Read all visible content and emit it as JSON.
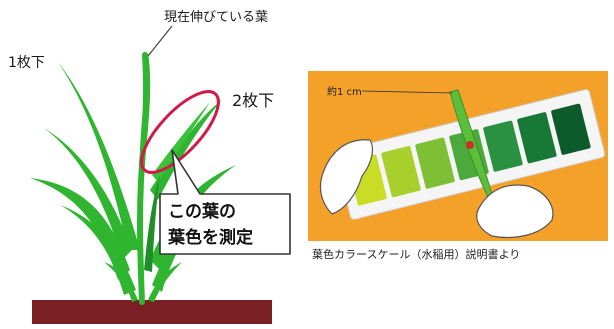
{
  "labels": {
    "current_leaf": "現在伸びている葉",
    "one_below": "1枚下",
    "two_below": "2枚下",
    "callout_line1": "この葉の",
    "callout_line2": "葉色を測定",
    "size_note": "約1 cm",
    "source": "葉色カラースケール（水稲用）説明書より"
  },
  "colors": {
    "leaf": "#2fb52f",
    "leaf_dark": "#1f8f2a",
    "highlight_ring": "#d21a4a",
    "soil": "#7a1f23",
    "photo_bg": "#f4a12a"
  },
  "color_scale": {
    "swatches": [
      "#c9dc26",
      "#a9cf2c",
      "#7fbf35",
      "#4ca93c",
      "#2a9140",
      "#187836",
      "#0d5a2a"
    ]
  },
  "icons": [
    "hand-icon",
    "leaf-icon"
  ]
}
